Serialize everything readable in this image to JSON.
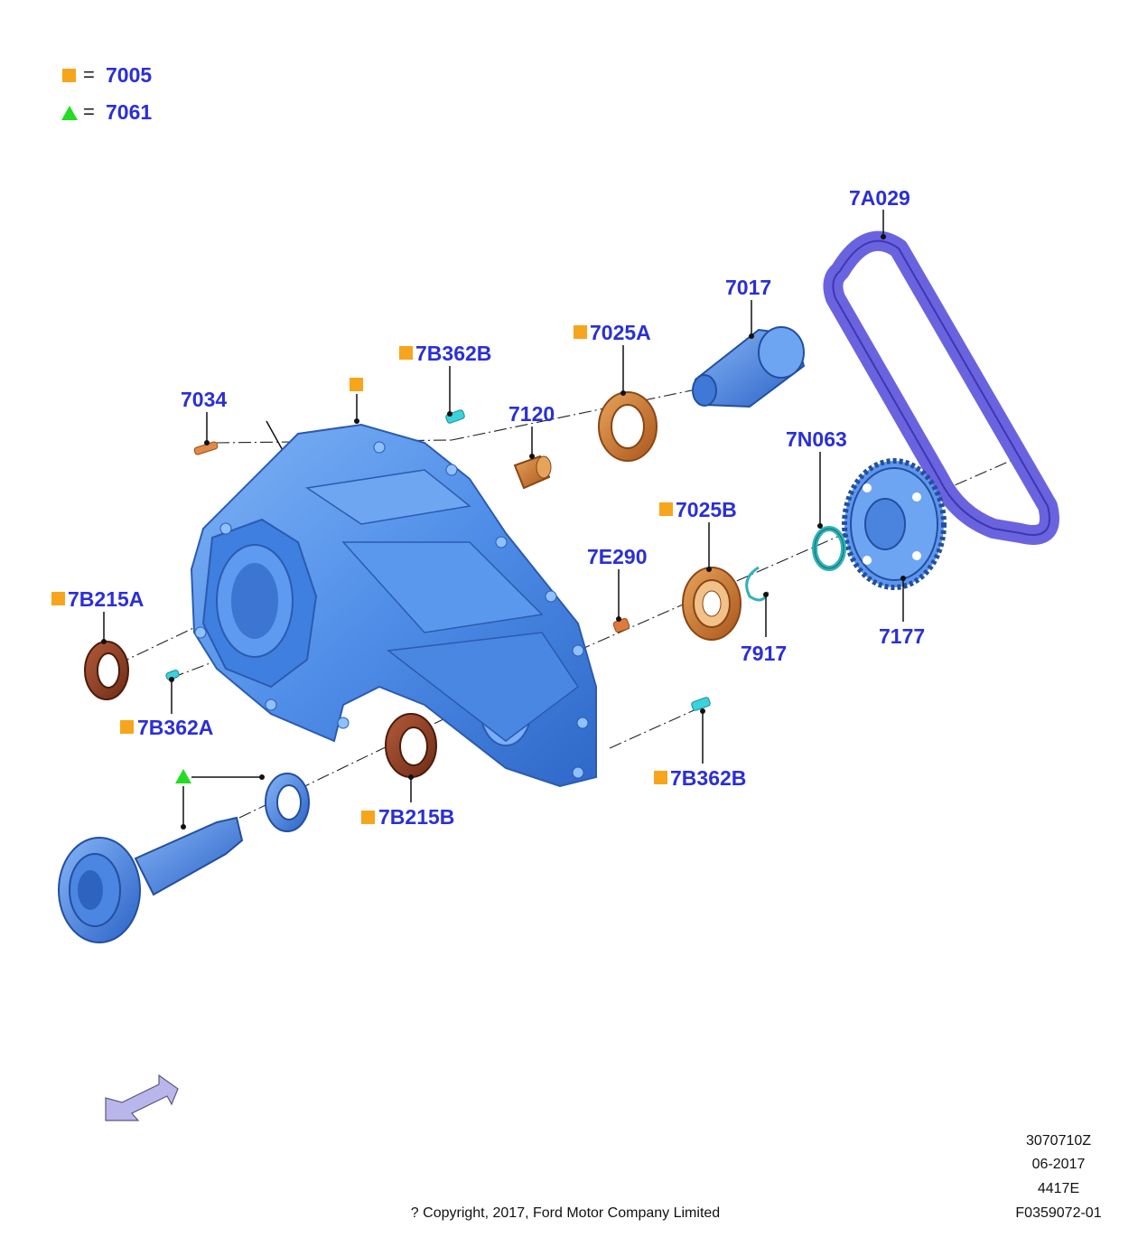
{
  "legend": {
    "items": [
      {
        "symbol": "square",
        "color": "#f7a51c",
        "equals": "=",
        "value": "7005"
      },
      {
        "symbol": "triangle",
        "color": "#22dd22",
        "equals": "=",
        "value": "7061"
      }
    ]
  },
  "colors": {
    "label": "#2a2fd6",
    "sealant_square": "#f7a51c",
    "adhesive_triangle": "#22dd22",
    "housing": "#4f8ee8",
    "belt": "#6a63e0",
    "bronze": "#c9742c",
    "teal": "#2fb3b8"
  },
  "parts": {
    "p7A029": "7A029",
    "p7017": "7017",
    "p7025A": "7025A",
    "p7B362B_top": "7B362B",
    "p7034": "7034",
    "p7120": "7120",
    "p7N063": "7N063",
    "p7025B": "7025B",
    "p7E290": "7E290",
    "p7B215A": "7B215A",
    "p7917": "7917",
    "p7177": "7177",
    "p7B362A": "7B362A",
    "p7B362B_bottom": "7B362B",
    "p7B215B": "7B215B"
  },
  "footer": {
    "ref1": "3070710Z",
    "date": "06-2017",
    "ref2": "4417E",
    "ref3": "F0359072-01",
    "copyright": "? Copyright, 2017, Ford Motor Company Limited"
  },
  "icons": {
    "direction_arrow": "front-direction-arrow-icon"
  }
}
